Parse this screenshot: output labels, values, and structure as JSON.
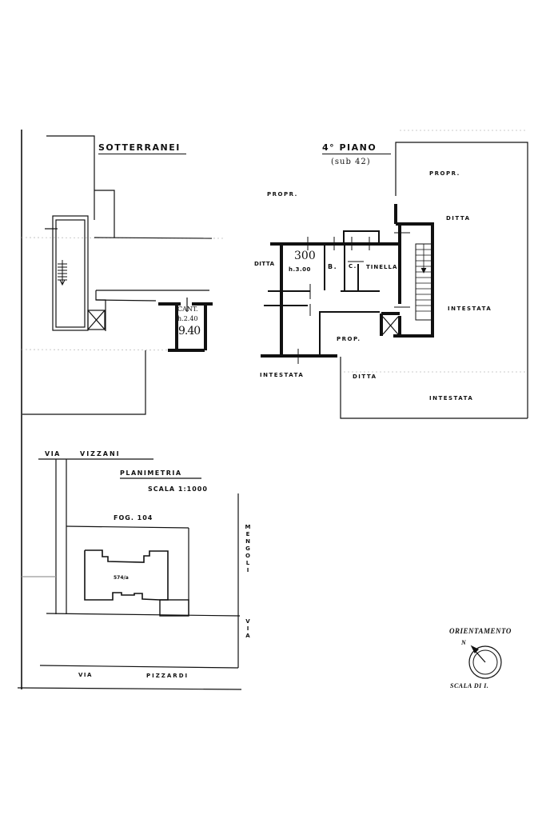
{
  "sections": {
    "basement": {
      "title": "SOTTERRANEI",
      "cantina": {
        "label": "CANT.",
        "height": "h.2.40",
        "area": "9.40"
      }
    },
    "floor": {
      "title": "4° PIANO",
      "subtitle": "(sub 42)",
      "rooms": {
        "main_area": "300",
        "main_height": "h.3.00",
        "bath": "B.",
        "kitchen": "C.",
        "tinello": "TINELLA"
      },
      "neighbors": {
        "propr_left": "PROPR.",
        "propr_right": "PROPR.",
        "ditta_top_right": "DITTA",
        "ditta_left": "DITTA",
        "intestata_right": "INTESTATA",
        "prop_center": "PROP.",
        "intestata_bottom_left": "INTESTATA",
        "ditta_bottom": "DITTA",
        "intestata_bottom_right": "INTESTATA"
      }
    },
    "site_plan": {
      "title": "PLANIMETRIA",
      "scale": "SCALA 1:1000",
      "sheet": "FOG. 104",
      "parcel": "574/a",
      "streets": {
        "top_via": "VIA",
        "top_name": "VIZZANI",
        "right_name": "MENGOLI",
        "right_via": "VIA",
        "bottom_via": "VIA",
        "bottom_name": "PIZZARDI"
      }
    },
    "orientation": {
      "title": "ORIENTAMENTO",
      "north": "N",
      "scale": "SCALA DI I."
    }
  },
  "colors": {
    "ink": "#111111",
    "paper": "#ffffff",
    "grid": "#bbbbbb"
  }
}
